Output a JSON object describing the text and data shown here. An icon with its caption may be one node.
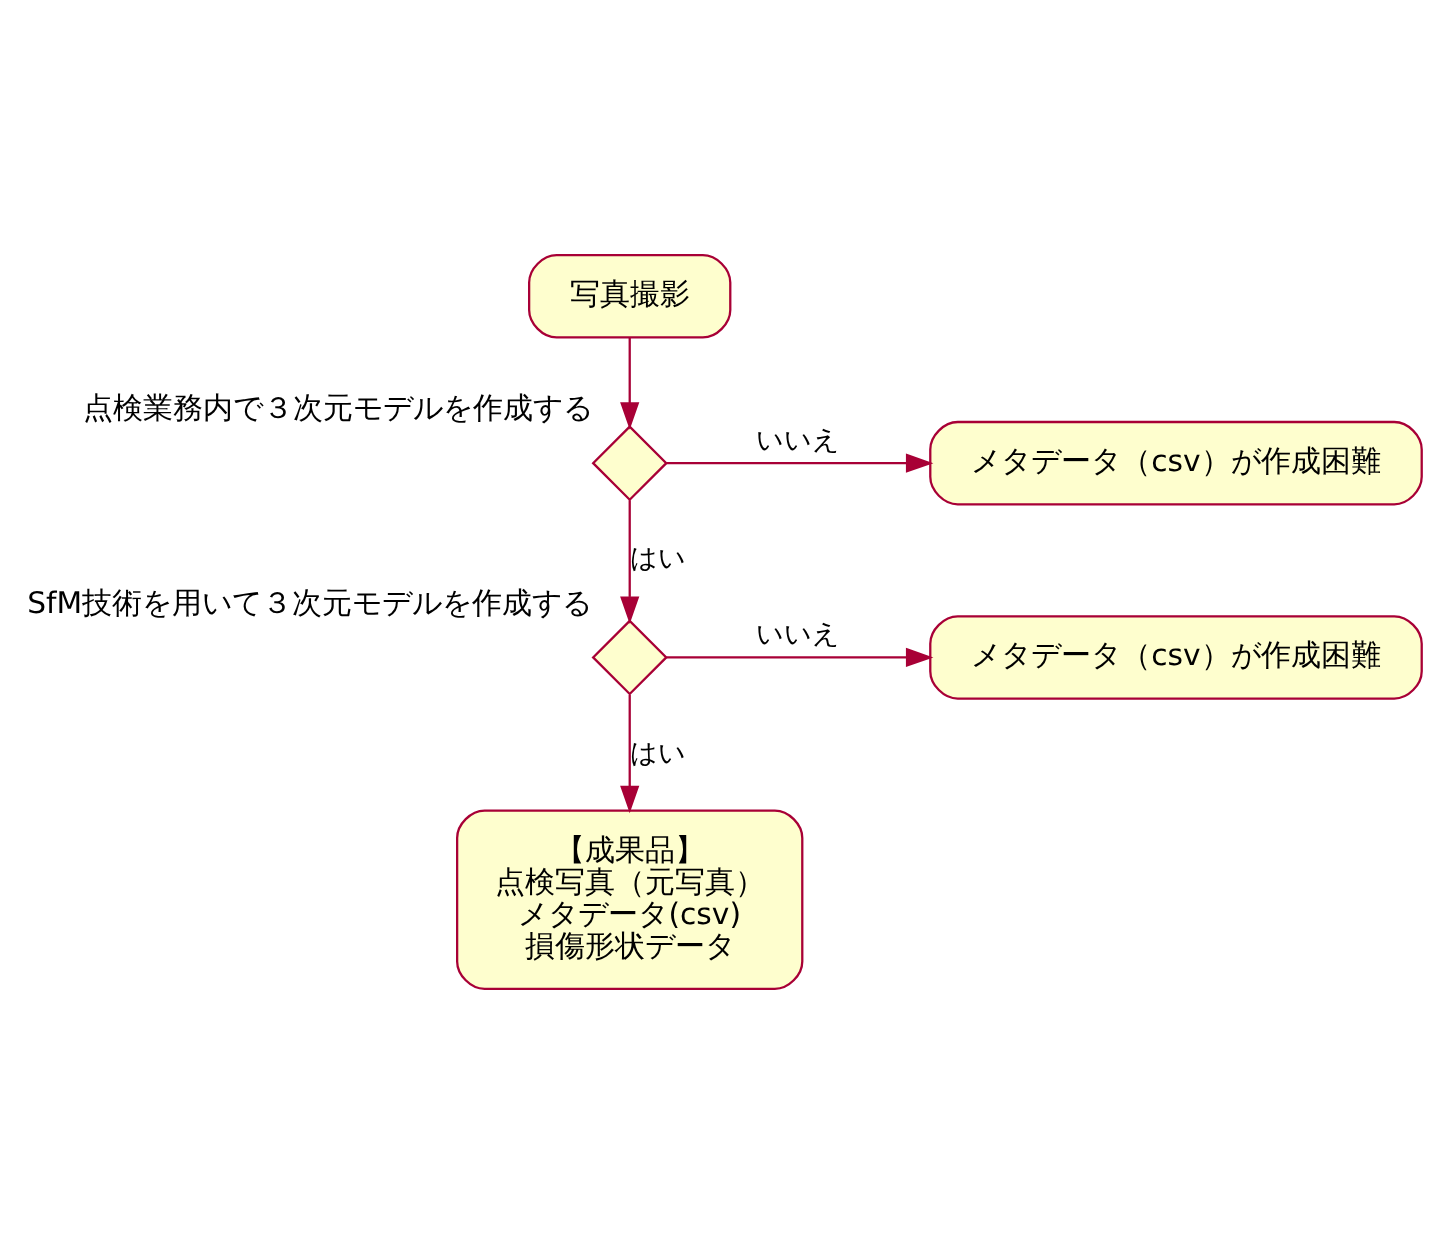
{
  "diagram": {
    "nodes": [
      {
        "text": [
          "写真撮影"
        ]
      },
      {
        "text": [],
        "shape": "diamond",
        "beside": [
          "点検業務内で３次元モデルを作成する"
        ]
      },
      {
        "text": [
          "メタデータ（csv）が作成困難"
        ]
      },
      {
        "text": [],
        "shape": "diamond",
        "beside": [
          "SfM技術を用いて３次元モデルを作成する"
        ]
      },
      {
        "text": [
          "メタデータ（csv）が作成困難"
        ]
      },
      {
        "text": [
          "【成果品】",
          "点検写真（元写真）",
          "メタデータ(csv)",
          "損傷形状データ"
        ]
      }
    ],
    "edges": [
      {
        "from": 0,
        "to": 1,
        "arrow": "to"
      },
      {
        "from": 1,
        "to": 2,
        "arrow": "to",
        "label": "いいえ"
      },
      {
        "from": 1,
        "to": 3,
        "arrow": "to",
        "label": "はい"
      },
      {
        "from": 3,
        "to": 4,
        "arrow": "to",
        "label": "いいえ"
      },
      {
        "from": 3,
        "to": 5,
        "arrow": "to",
        "label": "はい"
      }
    ]
  }
}
